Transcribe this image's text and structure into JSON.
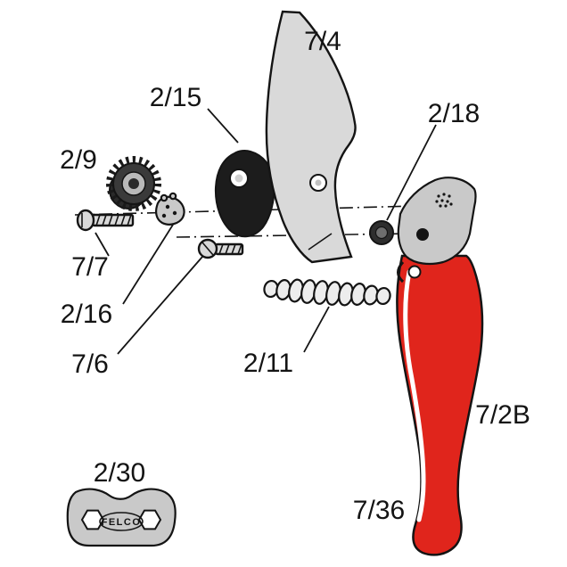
{
  "diagram": {
    "brand_text": "FELCO",
    "labels": {
      "blade": "7/4",
      "counter_blade_plate": "2/15",
      "nut": "2/18",
      "adjustment_sprocket": "2/9",
      "bolt": "7/7",
      "cam": "2/16",
      "screw": "7/6",
      "spring": "2/11",
      "handle": "7/2B",
      "handle_lower": "7/36",
      "wrench_plate": "2/30"
    },
    "colors": {
      "handle_red": "#e0251c",
      "metal_light": "#d9d9d9",
      "outline": "#141414",
      "background": "#ffffff"
    }
  }
}
